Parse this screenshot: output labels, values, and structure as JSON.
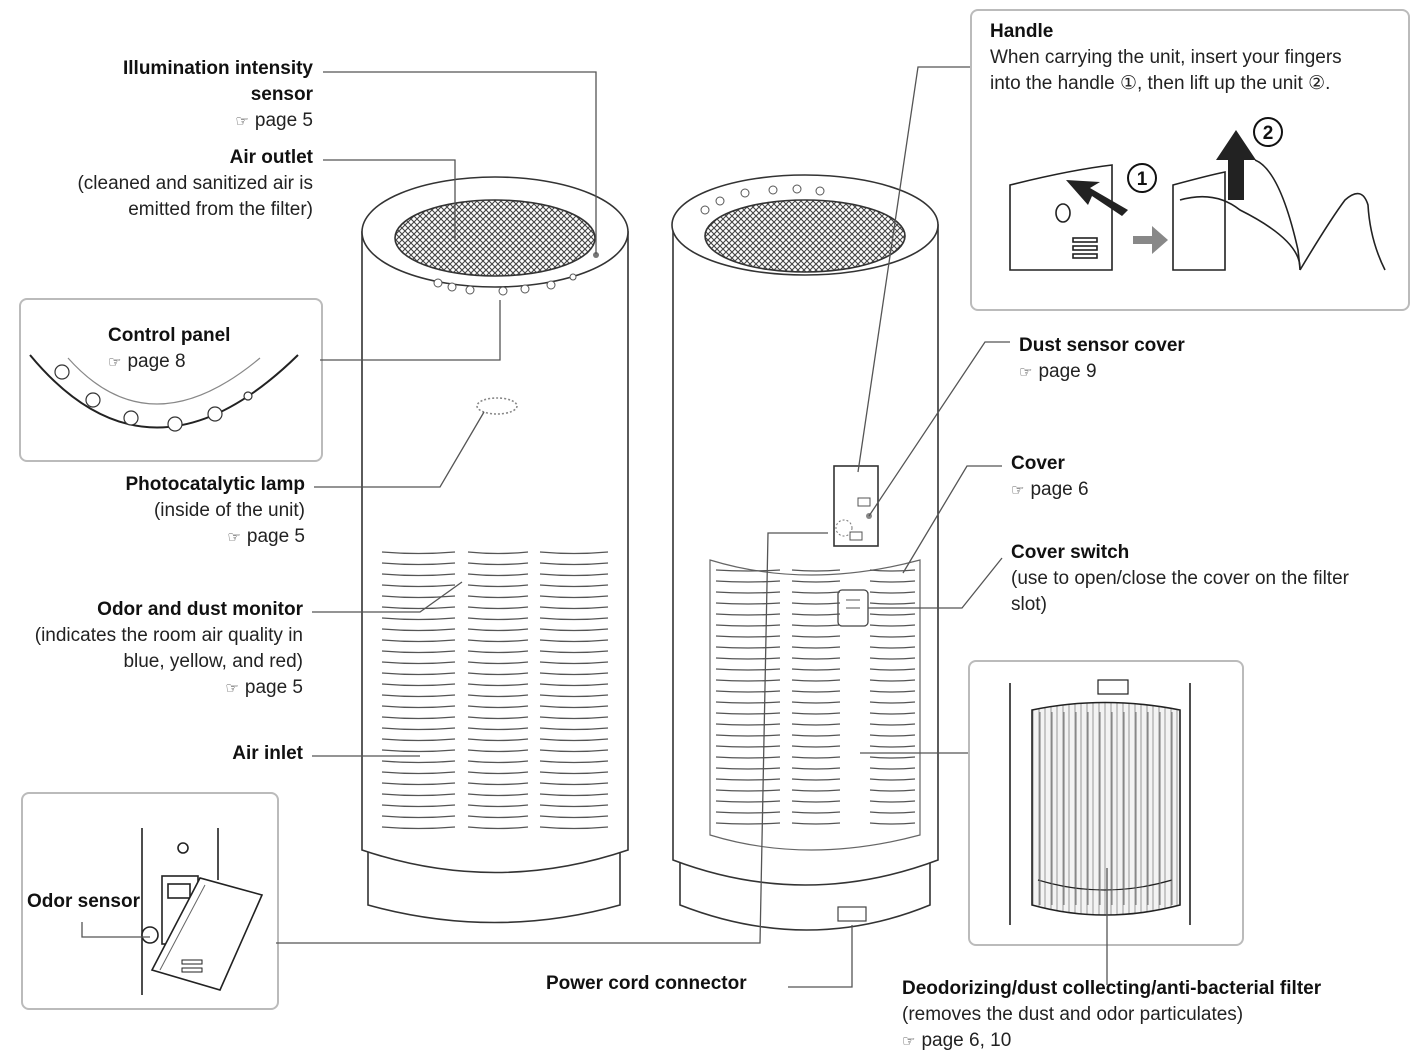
{
  "labels": {
    "illumination": {
      "title_l1": "Illumination intensity",
      "title_l2": "sensor",
      "ref": "page 5"
    },
    "air_outlet": {
      "title": "Air outlet",
      "desc_l1": "(cleaned and sanitized air is",
      "desc_l2": "emitted from the filter)"
    },
    "control_panel": {
      "title": "Control panel",
      "ref": "page 8"
    },
    "photocatalytic": {
      "title": "Photocatalytic lamp",
      "desc": "(inside of the unit)",
      "ref": "page 5"
    },
    "odor_dust_monitor": {
      "title": "Odor and dust monitor",
      "desc_l1": "(indicates the room air quality in",
      "desc_l2": "blue, yellow, and red)",
      "ref": "page 5"
    },
    "air_inlet": {
      "title": "Air inlet"
    },
    "odor_sensor": {
      "title": "Odor sensor"
    },
    "power_cord": {
      "title": "Power cord connector"
    },
    "handle": {
      "title": "Handle",
      "desc_l1": "When carrying the unit, insert your fingers",
      "desc_l2": "into the handle ①, then lift up the unit ②."
    },
    "dust_sensor_cover": {
      "title": "Dust sensor cover",
      "ref": "page 9"
    },
    "cover": {
      "title": "Cover",
      "ref": "page 6"
    },
    "cover_switch": {
      "title": "Cover switch",
      "desc_l1": "(use to open/close the cover on the filter",
      "desc_l2": "slot)"
    },
    "filter": {
      "title": "Deodorizing/dust collecting/anti-bacterial filter",
      "desc": "(removes the dust and odor particulates)",
      "ref": "page 6, 10"
    }
  },
  "handle_steps": {
    "step1": "1",
    "step2": "2"
  },
  "icons": {
    "page_ref": "pointing-hand-icon"
  }
}
